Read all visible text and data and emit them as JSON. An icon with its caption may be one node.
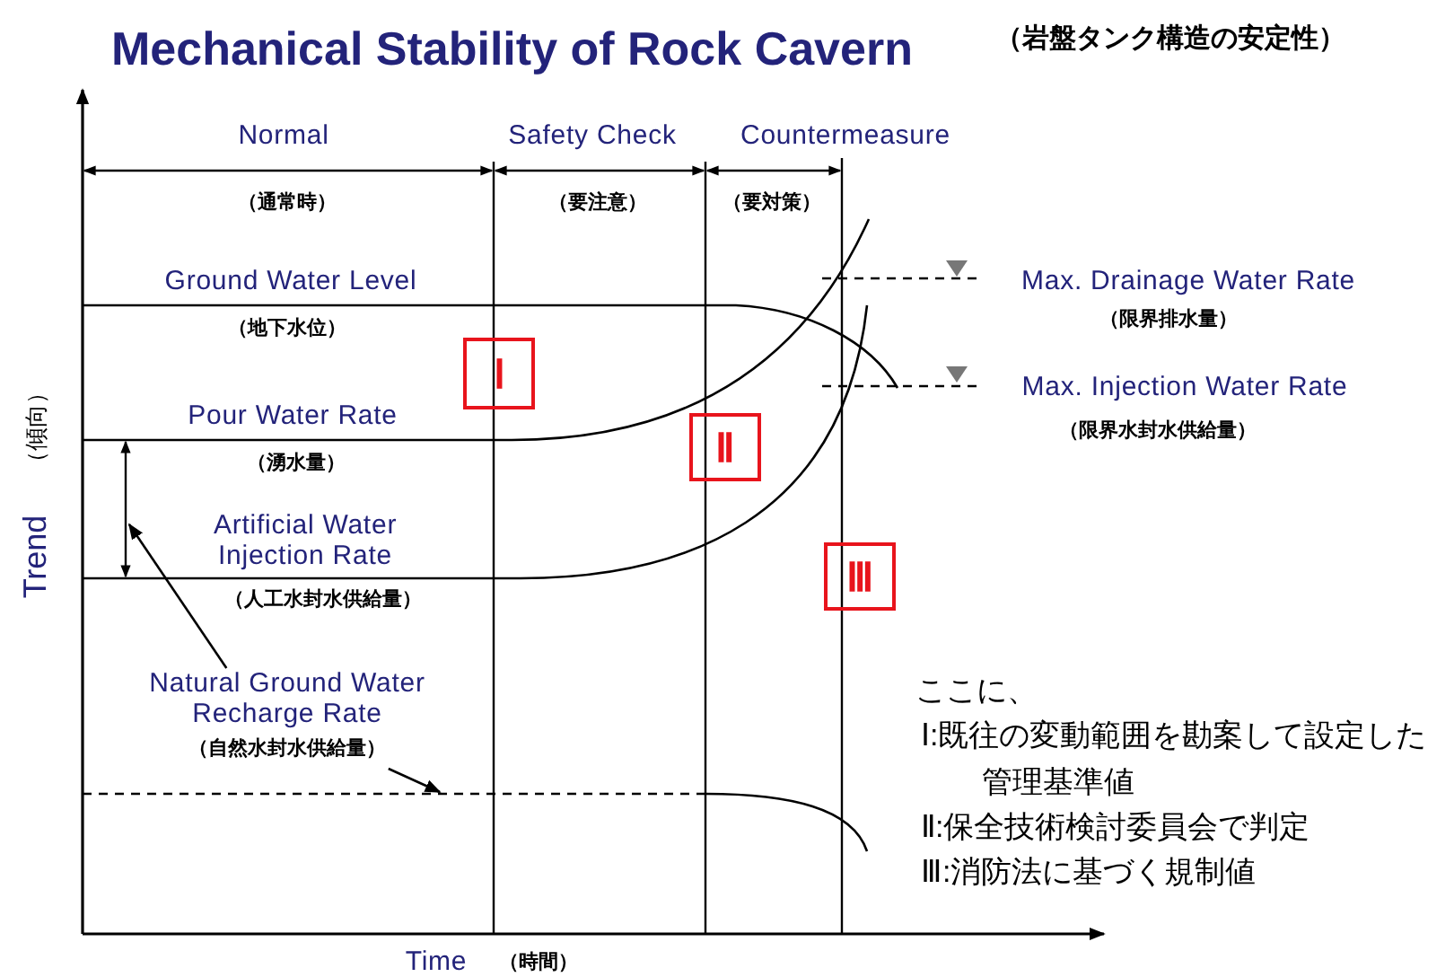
{
  "diagram": {
    "title": "Mechanical Stability of Rock Cavern",
    "nodes": [
      {
        "text": [
          "Ⅰ"
        ]
      },
      {
        "text": [
          "Ⅱ"
        ]
      },
      {
        "text": [
          "Ⅲ"
        ]
      },
      {
        "text": [
          "Natural Ground Water Recharge Rate",
          "（自然水封水供給量）"
        ]
      }
    ],
    "edges": [
      {
        "from": 3,
        "to": null,
        "arrow": "to"
      },
      {
        "from": 3,
        "to": null,
        "arrow": "to"
      }
    ],
    "labels": [
      "（岩盤タンク構造の安定性）",
      "Normal",
      "Safety Check",
      "Countermeasure",
      "（通常時）",
      "（要注意）",
      "（要対策）",
      "Ground Water Level",
      "Max. Drainage Water Rate",
      "（地下水位）",
      "（限界排水量）",
      "Max. Injection Water Rate",
      "Pour Water Rate",
      "（限界水封水供給量）",
      "（湧水量）",
      "Artificial Water Injection Rate",
      "Trend",
      "（傾向）",
      "（人工水封水供給量）",
      "ここに、",
      "Ⅰ:既往の変動範囲を勘案して設定した管理基準値",
      "Ⅱ:保全技術検討委員会で判定",
      "Ⅲ:消防法に基づく規制値",
      "Time",
      "（時間）"
    ]
  }
}
